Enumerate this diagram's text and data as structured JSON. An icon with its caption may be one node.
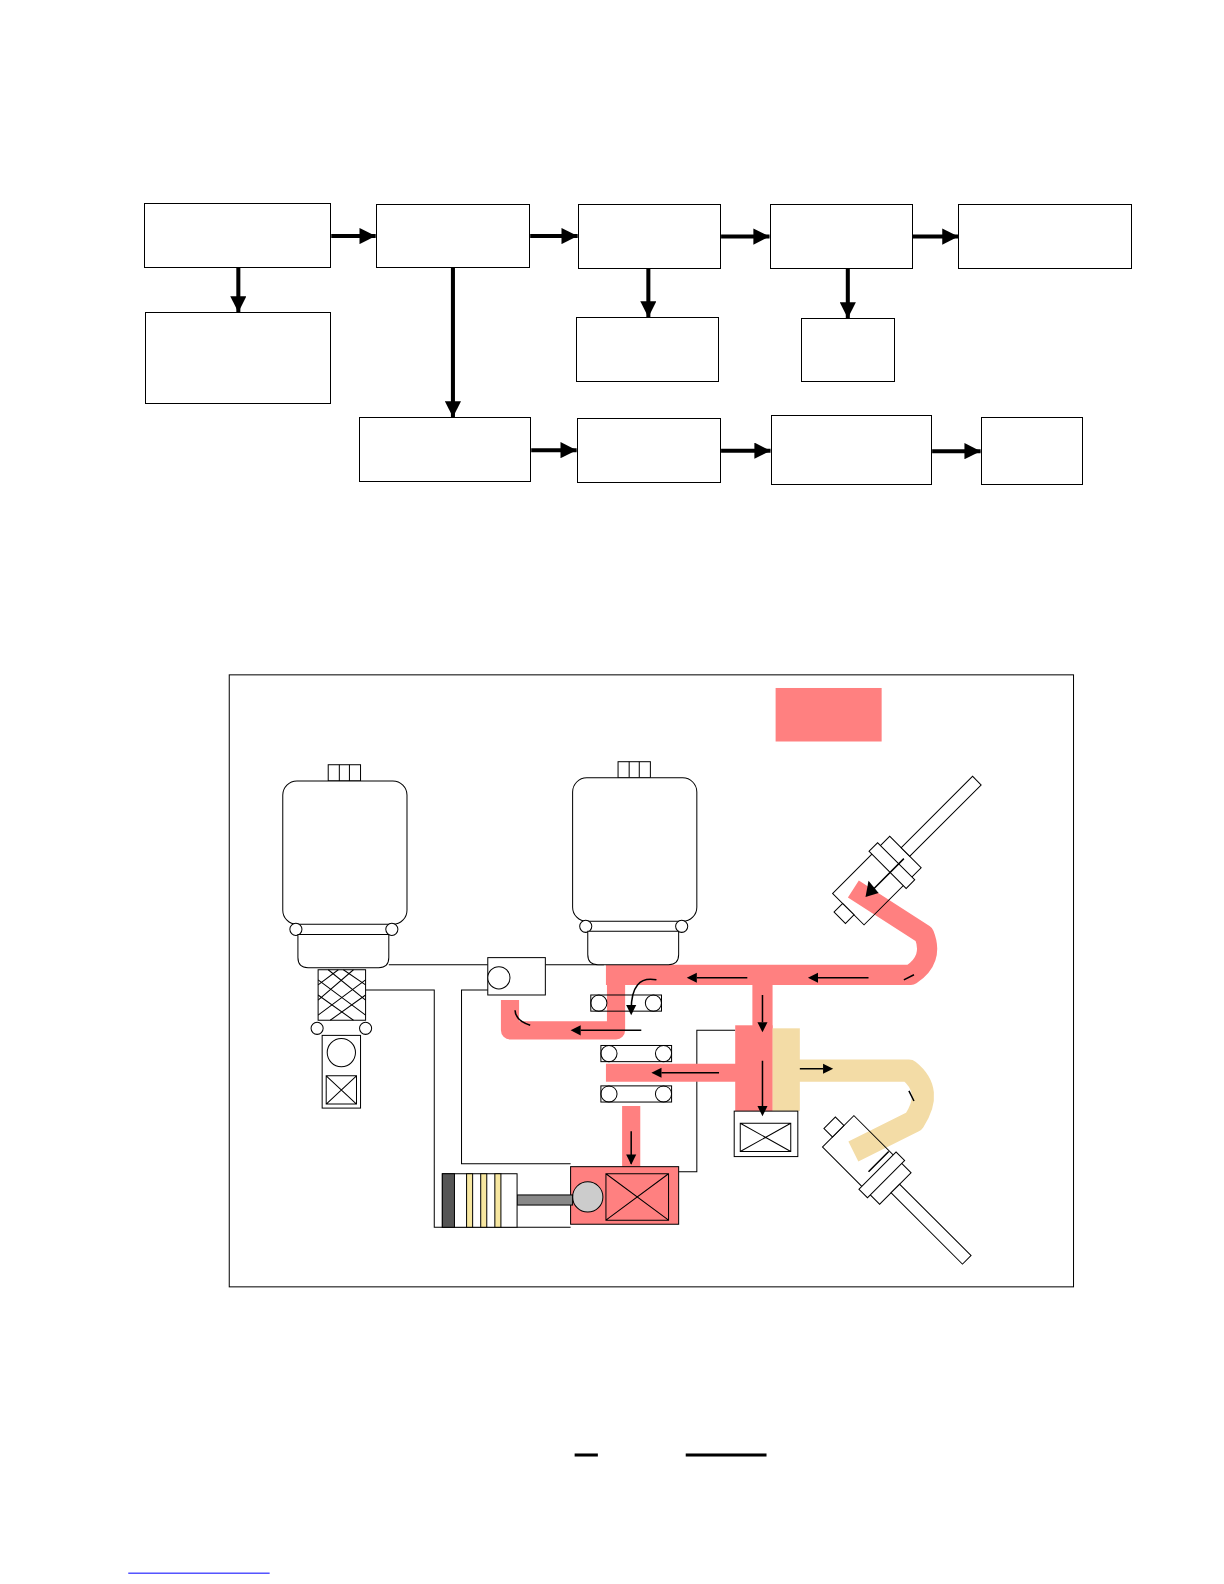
{
  "diagram": {
    "nodes": [
      {
        "text": [],
        "shape": "box"
      },
      {
        "text": [],
        "shape": "box"
      },
      {
        "text": [],
        "shape": "box"
      },
      {
        "text": [],
        "shape": "box"
      },
      {
        "text": [],
        "shape": "box"
      },
      {
        "text": [],
        "shape": "box"
      },
      {
        "text": [],
        "shape": "box"
      },
      {
        "text": [],
        "shape": "box"
      },
      {
        "text": [],
        "shape": "box"
      },
      {
        "text": [],
        "shape": "box"
      },
      {
        "text": [],
        "shape": "box"
      },
      {
        "text": [],
        "shape": "box"
      }
    ],
    "edges": [
      {
        "from": 0,
        "to": 1,
        "arrow": "to"
      },
      {
        "from": 1,
        "to": 2,
        "arrow": "to"
      },
      {
        "from": 2,
        "to": 3,
        "arrow": "to"
      },
      {
        "from": 3,
        "to": 4,
        "arrow": "to"
      },
      {
        "from": 0,
        "to": 5,
        "arrow": "to"
      },
      {
        "from": 1,
        "to": 8,
        "arrow": "to"
      },
      {
        "from": 2,
        "to": 6,
        "arrow": "to"
      },
      {
        "from": 3,
        "to": 7,
        "arrow": "to"
      },
      {
        "from": 8,
        "to": 9,
        "arrow": "to"
      },
      {
        "from": 9,
        "to": 10,
        "arrow": "to"
      },
      {
        "from": 10,
        "to": 11,
        "arrow": "to"
      }
    ]
  }
}
